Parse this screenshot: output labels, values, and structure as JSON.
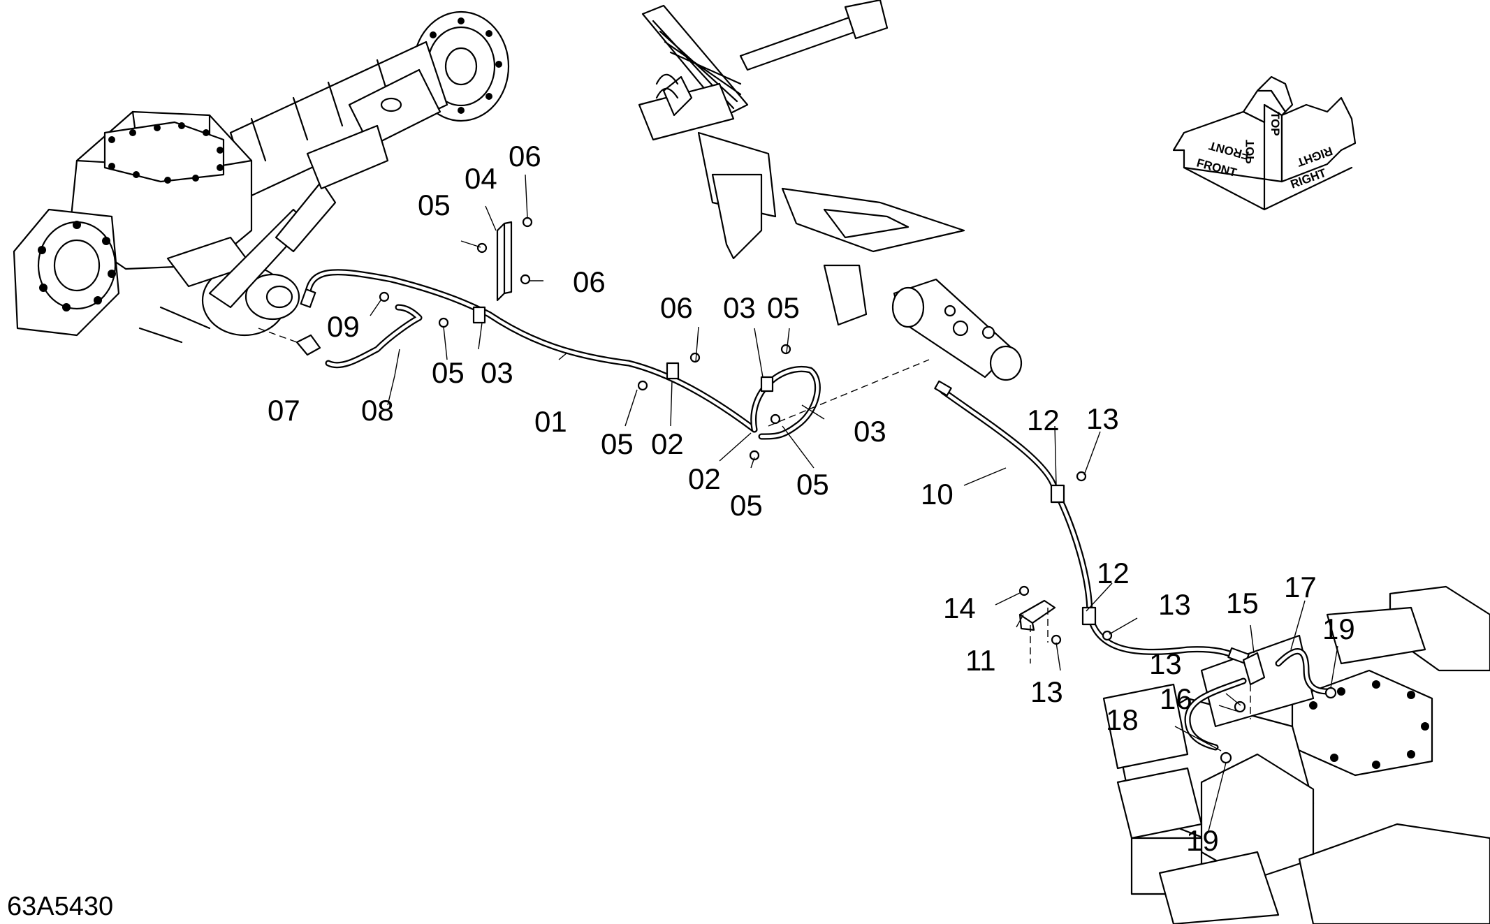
{
  "drawing_number": "63A5430",
  "compass": {
    "labels": [
      "FRONT",
      "TOP",
      "TOP",
      "FRONT",
      "RIGHT",
      "RIGHT"
    ]
  },
  "callouts": [
    {
      "text": "01"
    },
    {
      "text": "02"
    },
    {
      "text": "02"
    },
    {
      "text": "03"
    },
    {
      "text": "03"
    },
    {
      "text": "03"
    },
    {
      "text": "04"
    },
    {
      "text": "05"
    },
    {
      "text": "05"
    },
    {
      "text": "05"
    },
    {
      "text": "05"
    },
    {
      "text": "05"
    },
    {
      "text": "05"
    },
    {
      "text": "06"
    },
    {
      "text": "06"
    },
    {
      "text": "06"
    },
    {
      "text": "07"
    },
    {
      "text": "08"
    },
    {
      "text": "09"
    },
    {
      "text": "10"
    },
    {
      "text": "11"
    },
    {
      "text": "12"
    },
    {
      "text": "12"
    },
    {
      "text": "13"
    },
    {
      "text": "13"
    },
    {
      "text": "13"
    },
    {
      "text": "13"
    },
    {
      "text": "14"
    },
    {
      "text": "15"
    },
    {
      "text": "16"
    },
    {
      "text": "17"
    },
    {
      "text": "18"
    },
    {
      "text": "19"
    },
    {
      "text": "19"
    }
  ]
}
